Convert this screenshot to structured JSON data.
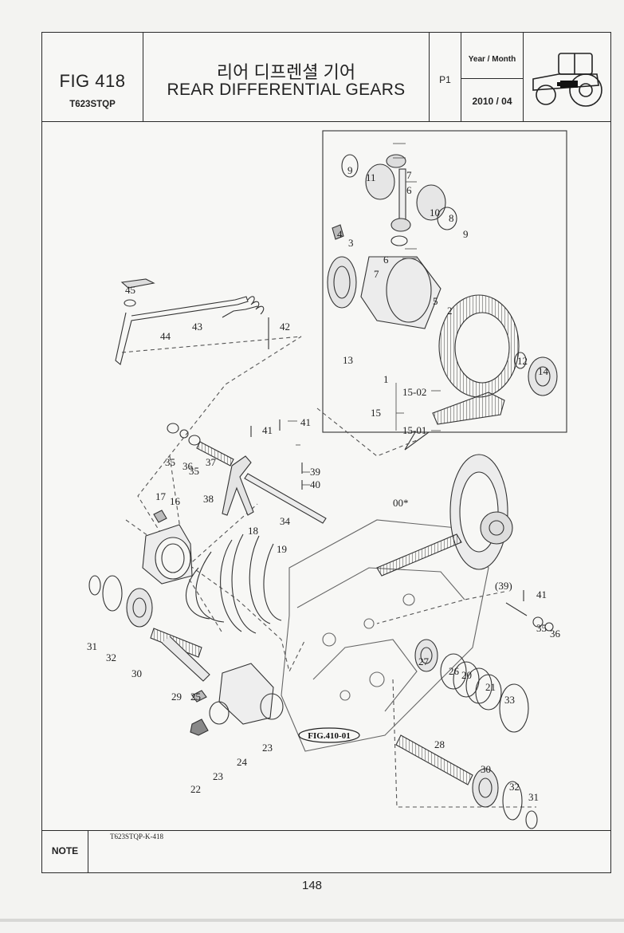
{
  "header": {
    "fig_no": "FIG 418",
    "model": "T623STQP",
    "title_ko": "리어 디프렌셜 기어",
    "title_en": "REAR DIFFERENTIAL GEARS",
    "page_code": "P1",
    "year_month_label": "Year / Month",
    "date": "2010 / 04"
  },
  "diagram": {
    "callouts": [
      "1",
      "2",
      "3",
      "4",
      "5",
      "6",
      "6",
      "7",
      "7",
      "8",
      "9",
      "9",
      "10",
      "11",
      "12",
      "13",
      "14",
      "15",
      "15-01",
      "15-02",
      "16",
      "17",
      "18",
      "19",
      "20",
      "21",
      "22",
      "23",
      "23",
      "24",
      "25",
      "26",
      "27",
      "28",
      "29",
      "30",
      "30",
      "31",
      "31",
      "32",
      "32",
      "33",
      "34",
      "35",
      "35",
      "35",
      "36",
      "36",
      "37",
      "38",
      "39",
      "40",
      "41",
      "41",
      "41",
      "42",
      "43",
      "44",
      "45",
      "00*",
      "(39)"
    ],
    "reference_label": "FIG.410-01",
    "drawing_code": "T623STQP-K-418"
  },
  "note": {
    "label": "NOTE"
  },
  "footer": {
    "page_number": "148"
  }
}
